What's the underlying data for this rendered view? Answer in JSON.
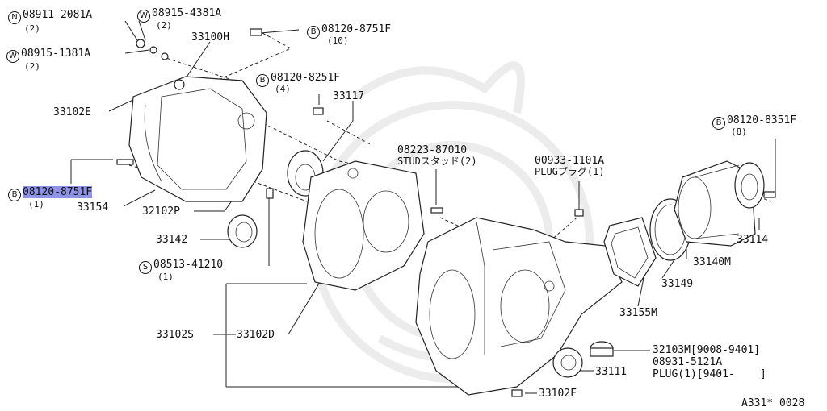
{
  "labels": {
    "n_08911": {
      "badge": "N",
      "text": "08911-2081A",
      "qty": "(2)"
    },
    "w_08915_4381": {
      "badge": "W",
      "text": "08915-4381A",
      "qty": "(2)"
    },
    "p_33100h": {
      "text": "33100H"
    },
    "b_08120_8751_top": {
      "badge": "B",
      "text": "08120-8751F",
      "qty": "(10)"
    },
    "w_08915_1381": {
      "badge": "W",
      "text": "08915-1381A",
      "qty": "(2)"
    },
    "b_08120_8251": {
      "badge": "B",
      "text": "08120-8251F",
      "qty": "(4)"
    },
    "p_33117": {
      "text": "33117"
    },
    "p_33102e": {
      "text": "33102E"
    },
    "b_08120_8351": {
      "badge": "B",
      "text": "08120-8351F",
      "qty": "(8)"
    },
    "stud_number": {
      "text": "08223-87010"
    },
    "stud_name": {
      "text": "STUDスタッド(2)"
    },
    "plug_number": {
      "text": "00933-1101A"
    },
    "plug_name": {
      "text": "PLUGプラグ(1)"
    },
    "b_08120_8751_left": {
      "badge": "B",
      "text": "08120-8751F",
      "qty": "(1)"
    },
    "p_33154": {
      "text": "33154"
    },
    "p_32102p": {
      "text": "32102P"
    },
    "p_33142": {
      "text": "33142"
    },
    "s_08513": {
      "badge": "S",
      "text": "08513-41210",
      "qty": "(1)"
    },
    "p_33114": {
      "text": "33114"
    },
    "p_33140m": {
      "text": "33140M"
    },
    "p_33149": {
      "text": "33149"
    },
    "p_33155m": {
      "text": "33155M"
    },
    "p_33102s": {
      "text": "33102S"
    },
    "p_33102d": {
      "text": "33102D"
    },
    "p_32103m": {
      "text": "32103M[9008-9401]"
    },
    "p_08931": {
      "text": "08931-5121A"
    },
    "plug_range": {
      "text": "PLUG(1)[9401-    ]"
    },
    "p_33111": {
      "text": "33111"
    },
    "p_33102f": {
      "text": "33102F"
    }
  },
  "highlight": "08120-8751F",
  "diagram_ref": "A331* 0028"
}
